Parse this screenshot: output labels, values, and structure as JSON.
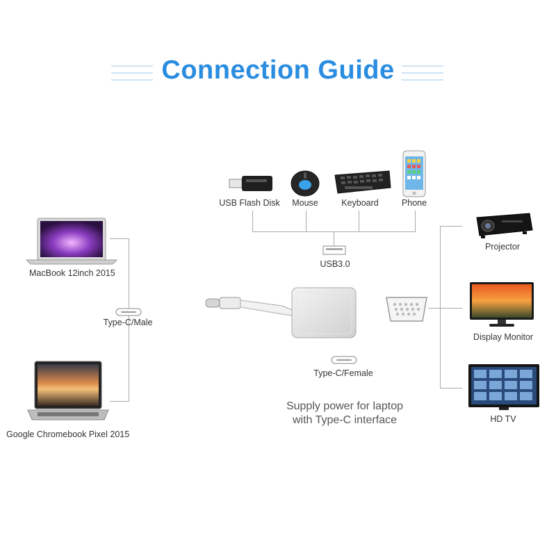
{
  "title": "Connection Guide",
  "left_devices": [
    {
      "label": "MacBook 12inch 2015",
      "icon": "laptop-icon"
    },
    {
      "label": "Google Chromebook Pixel 2015",
      "icon": "laptop-icon"
    }
  ],
  "type_c_male_label": "Type-C/Male",
  "usb_devices": [
    {
      "label": "USB Flash Disk",
      "icon": "usb-flash-disk-icon"
    },
    {
      "label": "Mouse",
      "icon": "mouse-icon"
    },
    {
      "label": "Keyboard",
      "icon": "keyboard-icon"
    },
    {
      "label": "Phone",
      "icon": "phone-icon"
    }
  ],
  "usb_port_label": "USB3.0",
  "type_c_female_label": "Type-C/Female",
  "supply_note": [
    "Supply power for laptop",
    "with Type-C interface"
  ],
  "right_devices": [
    {
      "label": "Projector",
      "icon": "projector-icon"
    },
    {
      "label": "Display Monitor",
      "icon": "monitor-icon"
    },
    {
      "label": "HD TV",
      "icon": "tv-icon"
    }
  ],
  "colors": {
    "title": "#2a8de0",
    "lines": "#a9a9a9"
  }
}
